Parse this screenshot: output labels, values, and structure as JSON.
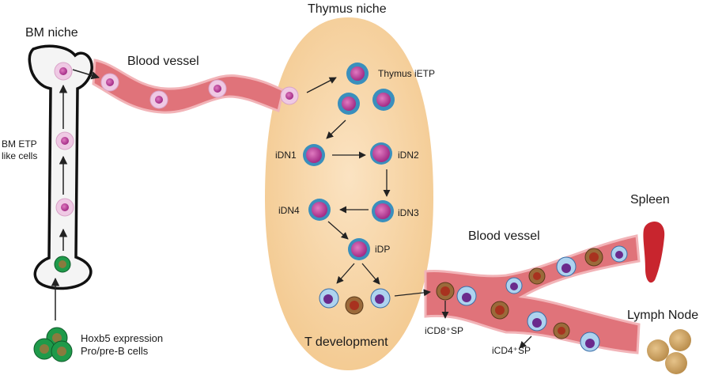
{
  "labels": {
    "bm_niche": "BM niche",
    "blood_vessel_1": "Blood vessel",
    "thymus_niche": "Thymus niche",
    "thymus_ietp": "Thymus iETP",
    "bm_etp_line1": "BM ETP",
    "bm_etp_line2": "like cells",
    "idn1": "iDN1",
    "idn2": "iDN2",
    "idn3": "iDN3",
    "idn4": "iDN4",
    "idp": "iDP",
    "t_development": "T development",
    "blood_vessel_2": "Blood vessel",
    "spleen": "Spleen",
    "lymph_node": "Lymph Node",
    "icd8_sp": "iCD8⁺SP",
    "icd4_sp": "iCD4⁺SP",
    "hoxb5_line1": "Hoxb5 expression",
    "hoxb5_line2": "Pro/pre-B cells"
  },
  "colors": {
    "vessel_fill": "#e0737a",
    "vessel_edge": "#f2b4b8",
    "thymus_fill": "#f7d3a4",
    "bone_fill": "#f4f4f4",
    "bone_outline": "#111111",
    "etp_outer": "#efc9e4",
    "etp_nucleus": "#b8408e",
    "ietp_outer": "#3a8fbd",
    "ietp_nucleus": "#b03a94",
    "sp_outer": "#aed3ef",
    "sp_nucleus": "#6a2a8c",
    "cd8_outer": "#9b6a3a",
    "cd8_nucleus": "#a8321f",
    "b_cell_outer": "#1f9a4a",
    "b_cell_nucleus": "#8a7a3e",
    "spleen": "#c8252e",
    "lymph_node": "#c9a162"
  }
}
